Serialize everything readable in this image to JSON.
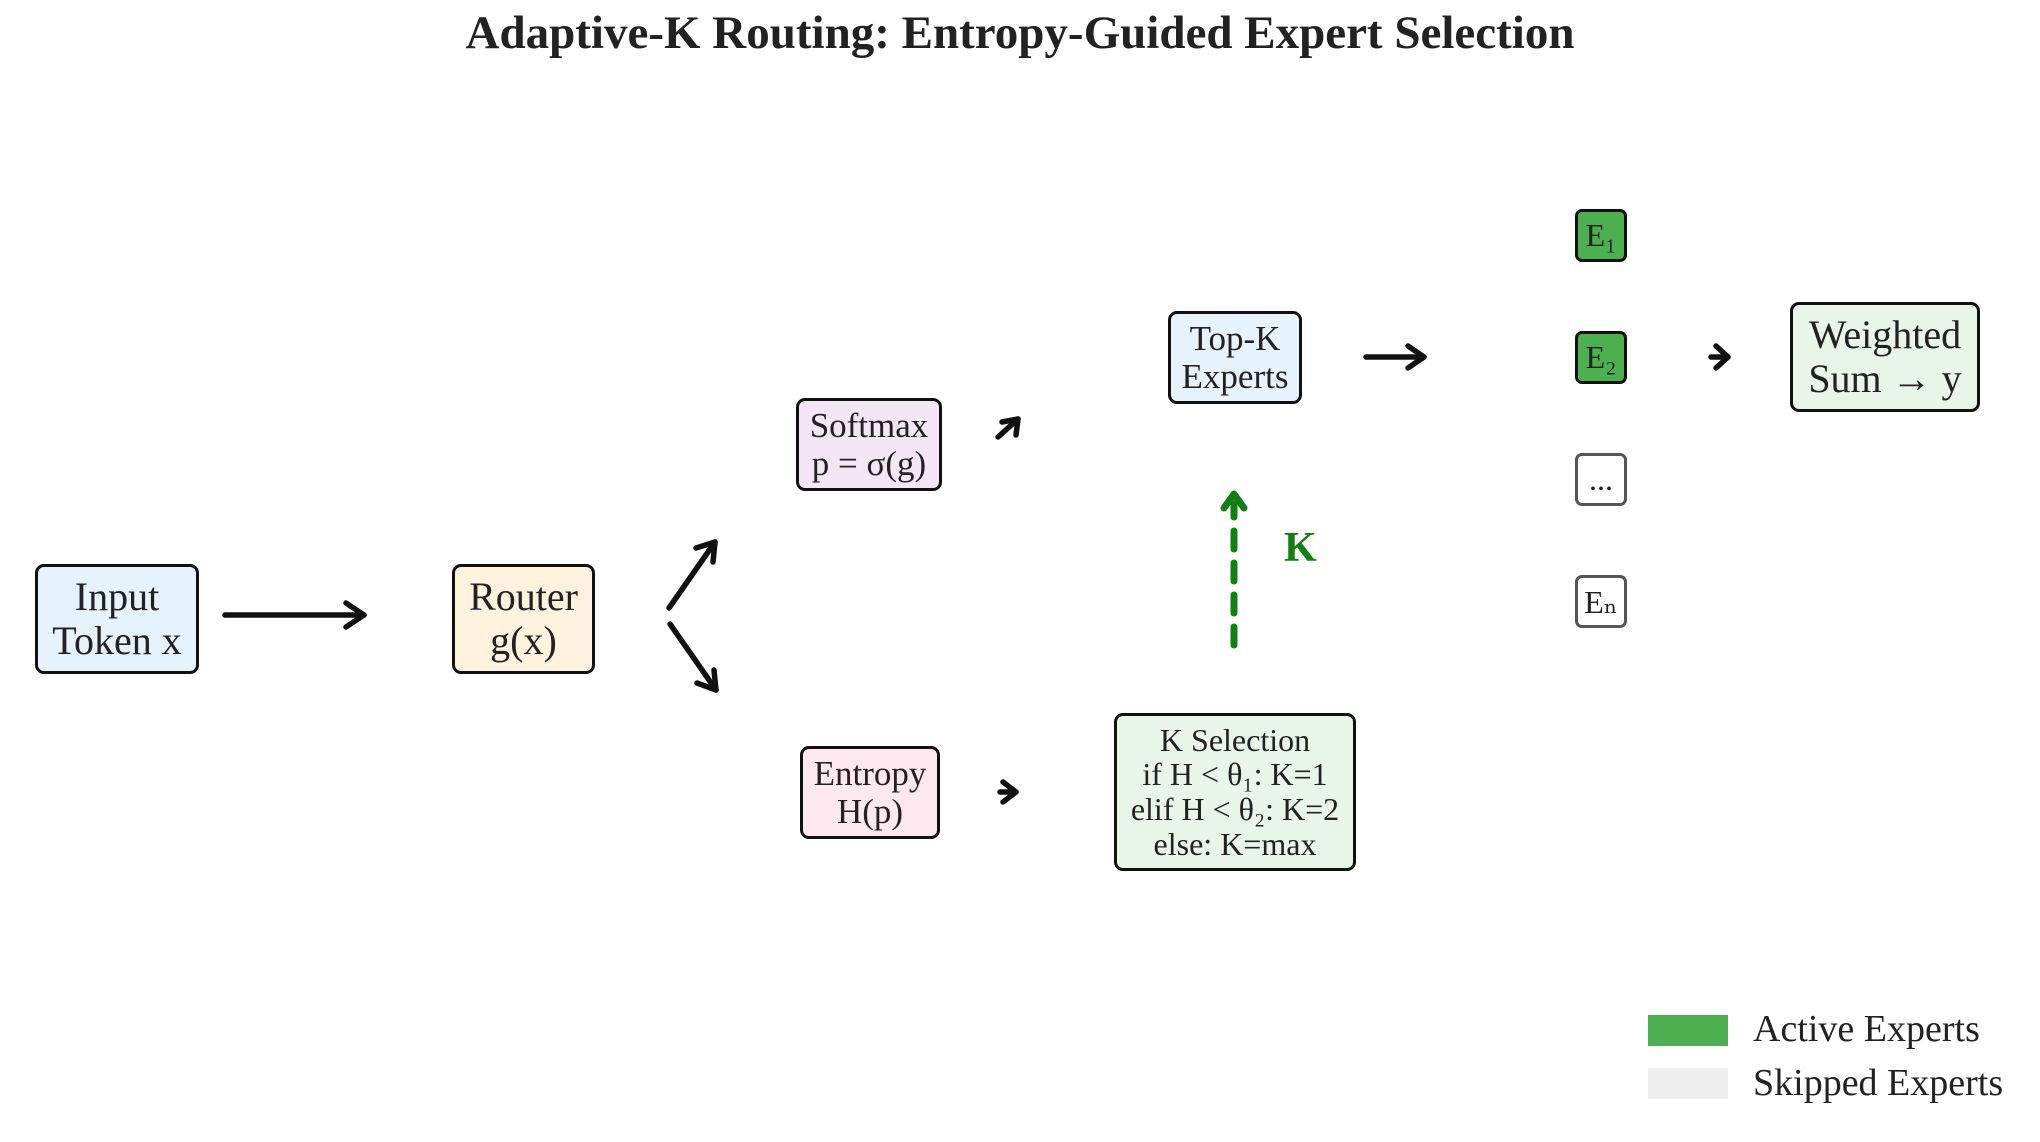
{
  "title": "Adaptive-K Routing: Entropy-Guided Expert Selection",
  "nodes": {
    "input": {
      "line1": "Input",
      "line2": "Token x",
      "fill": "#e6f2fc"
    },
    "router": {
      "line1": "Router",
      "line2": "g(x)",
      "fill": "#fff3e0"
    },
    "softmax": {
      "line1": "Softmax",
      "line2": "p = σ(g)",
      "fill": "#f5e6f7"
    },
    "entropy": {
      "line1": "Entropy",
      "line2": "H(p)",
      "fill": "#fde8ef"
    },
    "topk": {
      "line1": "Top-K",
      "line2": "Experts",
      "fill": "#e6f2fc"
    },
    "kselection": {
      "lines": [
        "K Selection",
        "if H < θ₁: K=1",
        "elif H < θ₂: K=2",
        "else: K=max"
      ],
      "fill": "#e8f5e9"
    },
    "weighted_sum": {
      "line1": "Weighted",
      "line2": "Sum → y",
      "fill": "#e8f5e9"
    }
  },
  "experts": [
    {
      "label": "E₁",
      "state": "active"
    },
    {
      "label": "E₂",
      "state": "active"
    },
    {
      "label": "...",
      "state": "skipped"
    },
    {
      "label": "Eₙ",
      "state": "skipped"
    }
  ],
  "k_arrow_label": "K",
  "legend": {
    "active": {
      "label": "Active Experts",
      "color": "#4caf50"
    },
    "skipped": {
      "label": "Skipped Experts",
      "color": "#eeeeee"
    }
  },
  "colors": {
    "arrow": "#111111",
    "k_arrow": "#118011"
  }
}
